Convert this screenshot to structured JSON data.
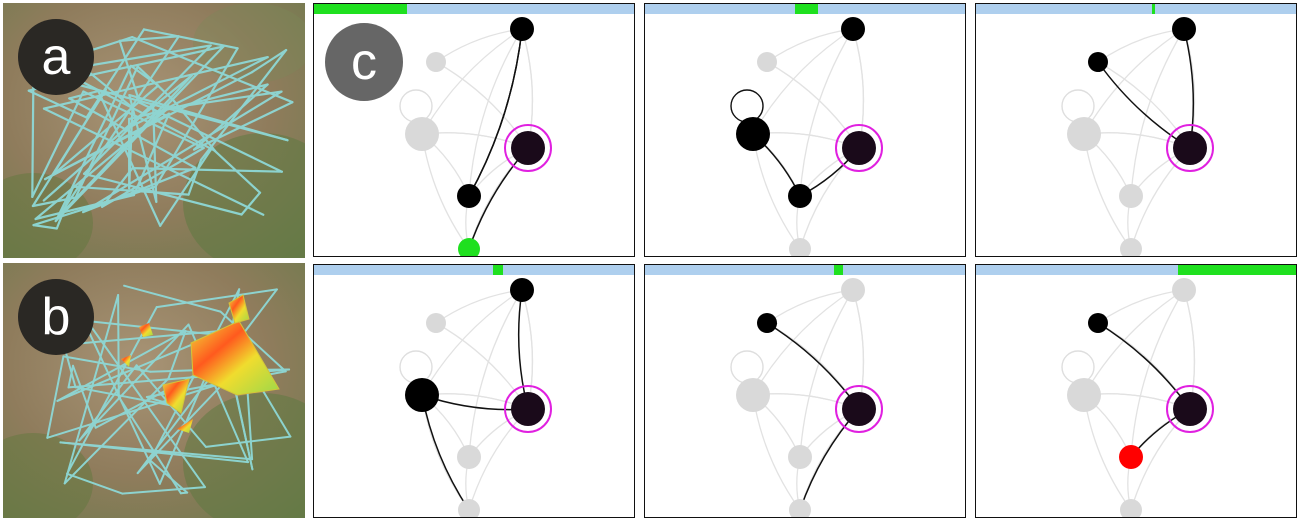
{
  "labels": {
    "a": "a",
    "b": "b",
    "c": "c"
  },
  "colors": {
    "track": "#8ed8d6",
    "progress_track": "#aecfee",
    "progress_fill": "#1fe01f",
    "active_node": "#000000",
    "inactive_node": "#d9d9d9",
    "current_node": "#1a0a1a",
    "highlight_ring": "#e020e0",
    "start_node": "#1fe01f",
    "end_node": "#ff0000"
  },
  "panels": [
    {
      "id": "c1",
      "progress_start": 0.0,
      "progress_end": 0.29,
      "active_nodes": [
        "n1",
        "n5",
        "n7"
      ],
      "start_node": "n7",
      "end_node": null,
      "self_loop": false
    },
    {
      "id": "c2",
      "progress_start": 0.47,
      "progress_end": 0.54,
      "active_nodes": [
        "n1",
        "n2",
        "n5"
      ],
      "start_node": null,
      "end_node": null,
      "self_loop": true
    },
    {
      "id": "c3",
      "progress_start": 0.55,
      "progress_end": 0.56,
      "active_nodes": [
        "n1",
        "n3"
      ],
      "start_node": null,
      "end_node": null,
      "self_loop": false
    },
    {
      "id": "c4",
      "progress_start": 0.56,
      "progress_end": 0.59,
      "active_nodes": [
        "n1",
        "n2",
        "n6"
      ],
      "start_node": null,
      "end_node": null,
      "self_loop": false
    },
    {
      "id": "c5",
      "progress_start": 0.59,
      "progress_end": 0.62,
      "active_nodes": [
        "n3",
        "n6"
      ],
      "start_node": null,
      "end_node": null,
      "self_loop": false
    },
    {
      "id": "c6",
      "progress_start": 0.63,
      "progress_end": 1.0,
      "active_nodes": [
        "n3"
      ],
      "start_node": null,
      "end_node": "n5",
      "self_loop": false
    }
  ]
}
